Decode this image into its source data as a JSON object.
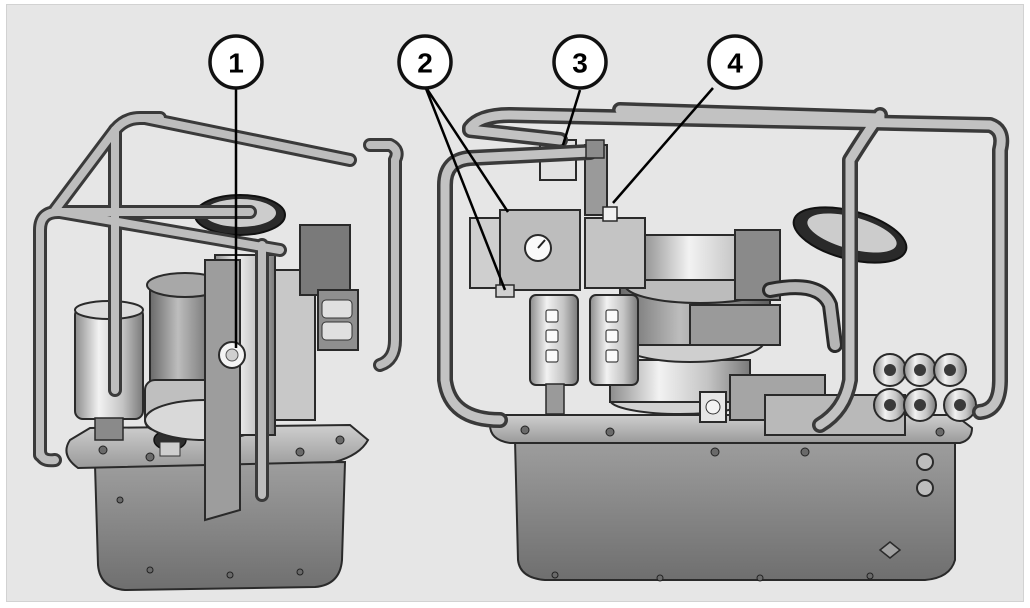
{
  "callouts": [
    {
      "id": "c1",
      "label": "1"
    },
    {
      "id": "c2",
      "label": "2"
    },
    {
      "id": "c3",
      "label": "3"
    },
    {
      "id": "c4",
      "label": "4"
    }
  ],
  "colors": {
    "background": "#e6e6e6",
    "metal_light": "#d8d8d8",
    "metal_mid": "#a9a9a9",
    "metal_dark": "#5c5c5c",
    "outline": "#2a2a2a",
    "callout_stroke": "#111111"
  },
  "icons": [
    "hydraulic-pump-left-view",
    "hydraulic-pump-right-view"
  ]
}
